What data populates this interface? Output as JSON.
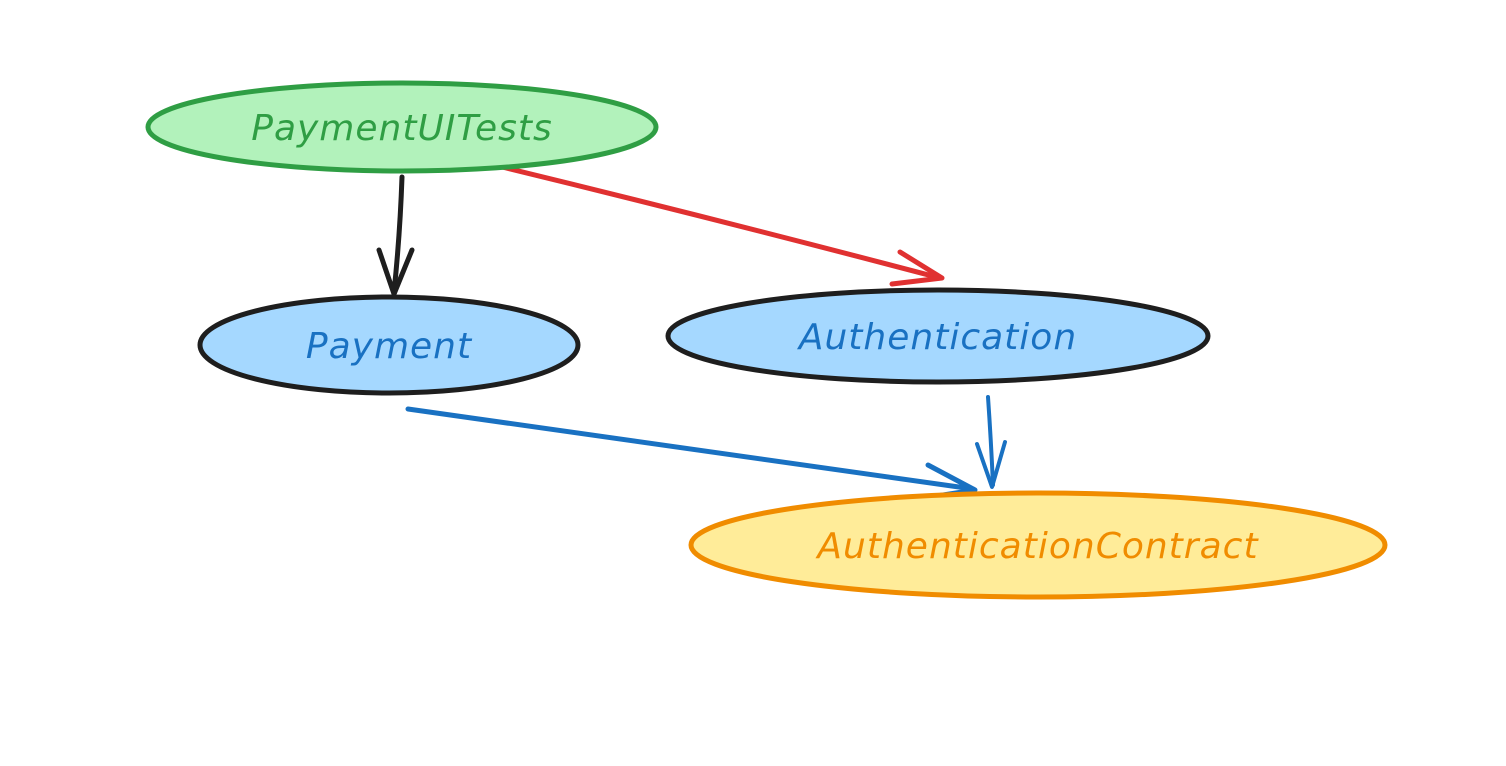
{
  "diagram": {
    "nodes": [
      {
        "id": "payment-ui-tests",
        "label": "PaymentUITests",
        "fill": "#b2f2bb",
        "stroke": "#2f9e44",
        "text_color": "#2f9e44"
      },
      {
        "id": "payment",
        "label": "Payment",
        "fill": "#a5d8ff",
        "stroke": "#1e1e1e",
        "text_color": "#1971c2"
      },
      {
        "id": "authentication",
        "label": "Authentication",
        "fill": "#a5d8ff",
        "stroke": "#1e1e1e",
        "text_color": "#1971c2"
      },
      {
        "id": "authentication-contract",
        "label": "AuthenticationContract",
        "fill": "#ffec99",
        "stroke": "#f08c00",
        "text_color": "#f08c00"
      }
    ],
    "edges": [
      {
        "from": "payment-ui-tests",
        "to": "payment",
        "color": "#1e1e1e"
      },
      {
        "from": "payment-ui-tests",
        "to": "authentication",
        "color": "#e03131"
      },
      {
        "from": "payment",
        "to": "authentication-contract",
        "color": "#1971c2"
      },
      {
        "from": "authentication",
        "to": "authentication-contract",
        "color": "#1971c2"
      }
    ]
  }
}
